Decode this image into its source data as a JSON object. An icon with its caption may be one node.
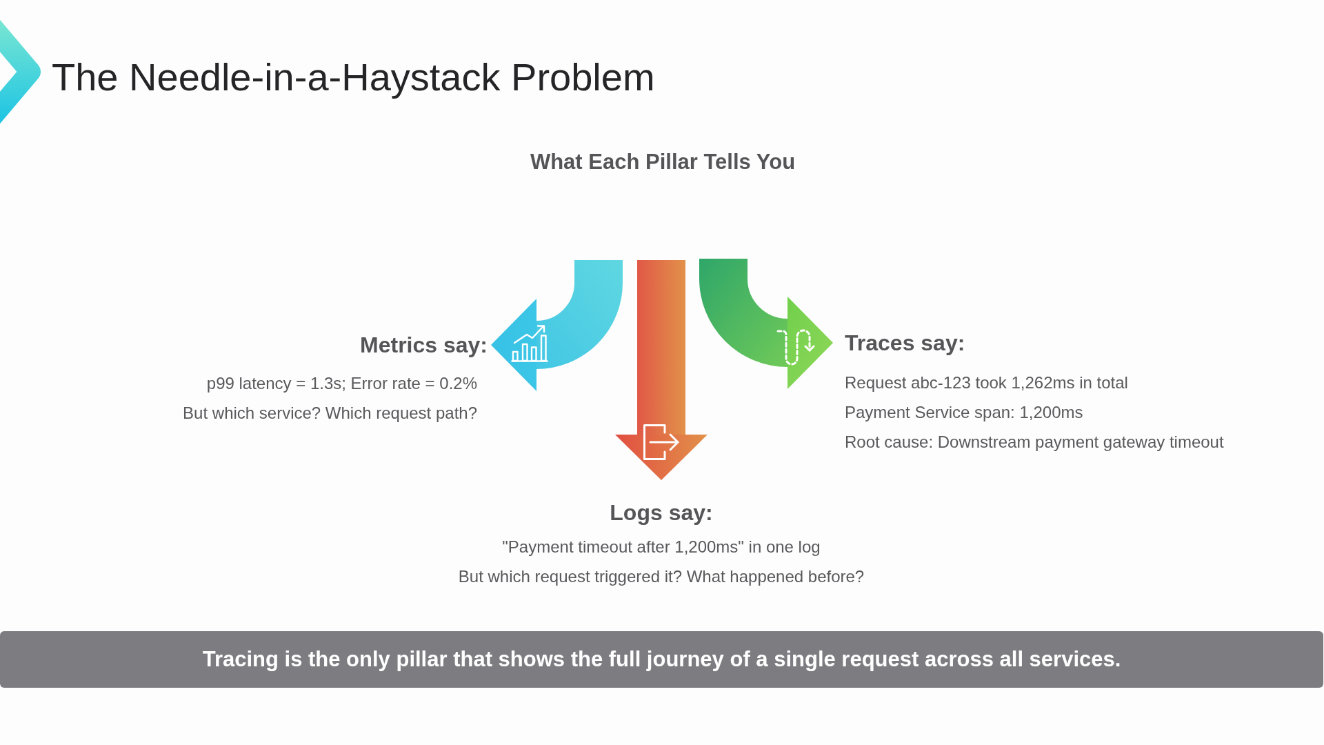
{
  "diagram": {
    "title": "The Needle-in-a-Haystack Problem",
    "nodes": [
      {
        "text": [
          "Metrics say:",
          "p99 latency = 1.3s; Error rate = 0.2%",
          "But which service? Which request path?"
        ]
      },
      {
        "text": [
          "Traces say:",
          "Request abc-123 took 1,262ms in total",
          "Payment Service span: 1,200ms",
          "Root cause: Downstream payment gateway timeout"
        ]
      },
      {
        "text": [
          "Logs say:",
          "\"Payment timeout after 1,200ms\" in one log",
          "But which request triggered it? What happened before?"
        ]
      }
    ],
    "edges": [
      {
        "from": null,
        "to": 0,
        "arrow": "to",
        "style": "thick",
        "color": "#48cee4"
      },
      {
        "from": null,
        "to": 1,
        "arrow": "to",
        "style": "thick",
        "color": "#5cc062"
      },
      {
        "from": null,
        "to": 2,
        "arrow": "to",
        "style": "thick",
        "color": "#e2754a"
      }
    ],
    "labels": [
      "What Each Pillar Tells You",
      "Tracing is the only pillar that shows the full journey of a single request across all services."
    ]
  }
}
